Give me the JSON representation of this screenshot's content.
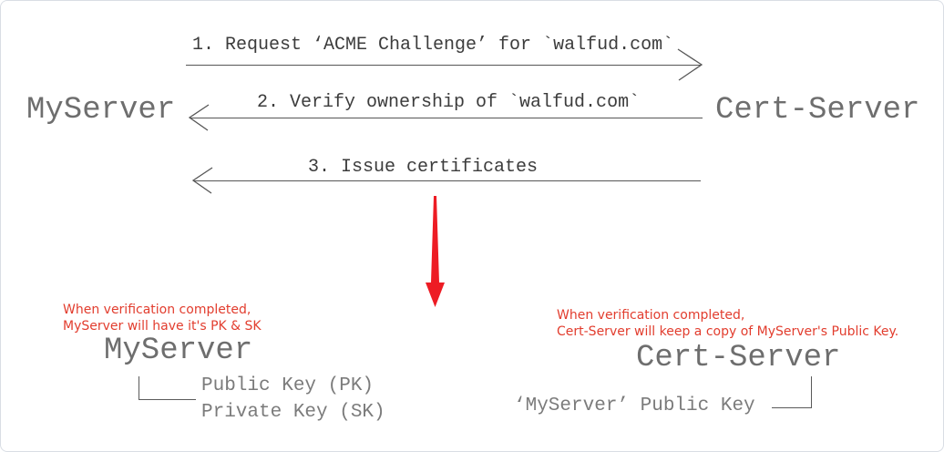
{
  "sequence": {
    "actor_left": "MyServer",
    "actor_right": "Cert-Server",
    "messages": [
      {
        "label": "1. Request ‘ACME Challenge’ for `walfud.com`",
        "direction": "right"
      },
      {
        "label": "2. Verify ownership of `walfud.com`",
        "direction": "left"
      },
      {
        "label": "3. Issue certificates",
        "direction": "left"
      }
    ]
  },
  "outcome_left": {
    "note_line1": "When verification completed,",
    "note_line2": "MyServer will have it's PK & SK",
    "title": "MyServer",
    "items": [
      "Public Key (PK)",
      "Private Key (SK)"
    ]
  },
  "outcome_right": {
    "note_line1": "When verification completed,",
    "note_line2": "Cert-Server will keep a copy of MyServer's Public Key.",
    "title": "Cert-Server",
    "item": "‘MyServer’ Public Key"
  },
  "colors": {
    "note_red": "#e23d2e",
    "arrow_red": "#ed1c24",
    "line_gray": "#565656",
    "label_gray": "#3c3c3c",
    "heading_gray": "#6e6e6e"
  }
}
